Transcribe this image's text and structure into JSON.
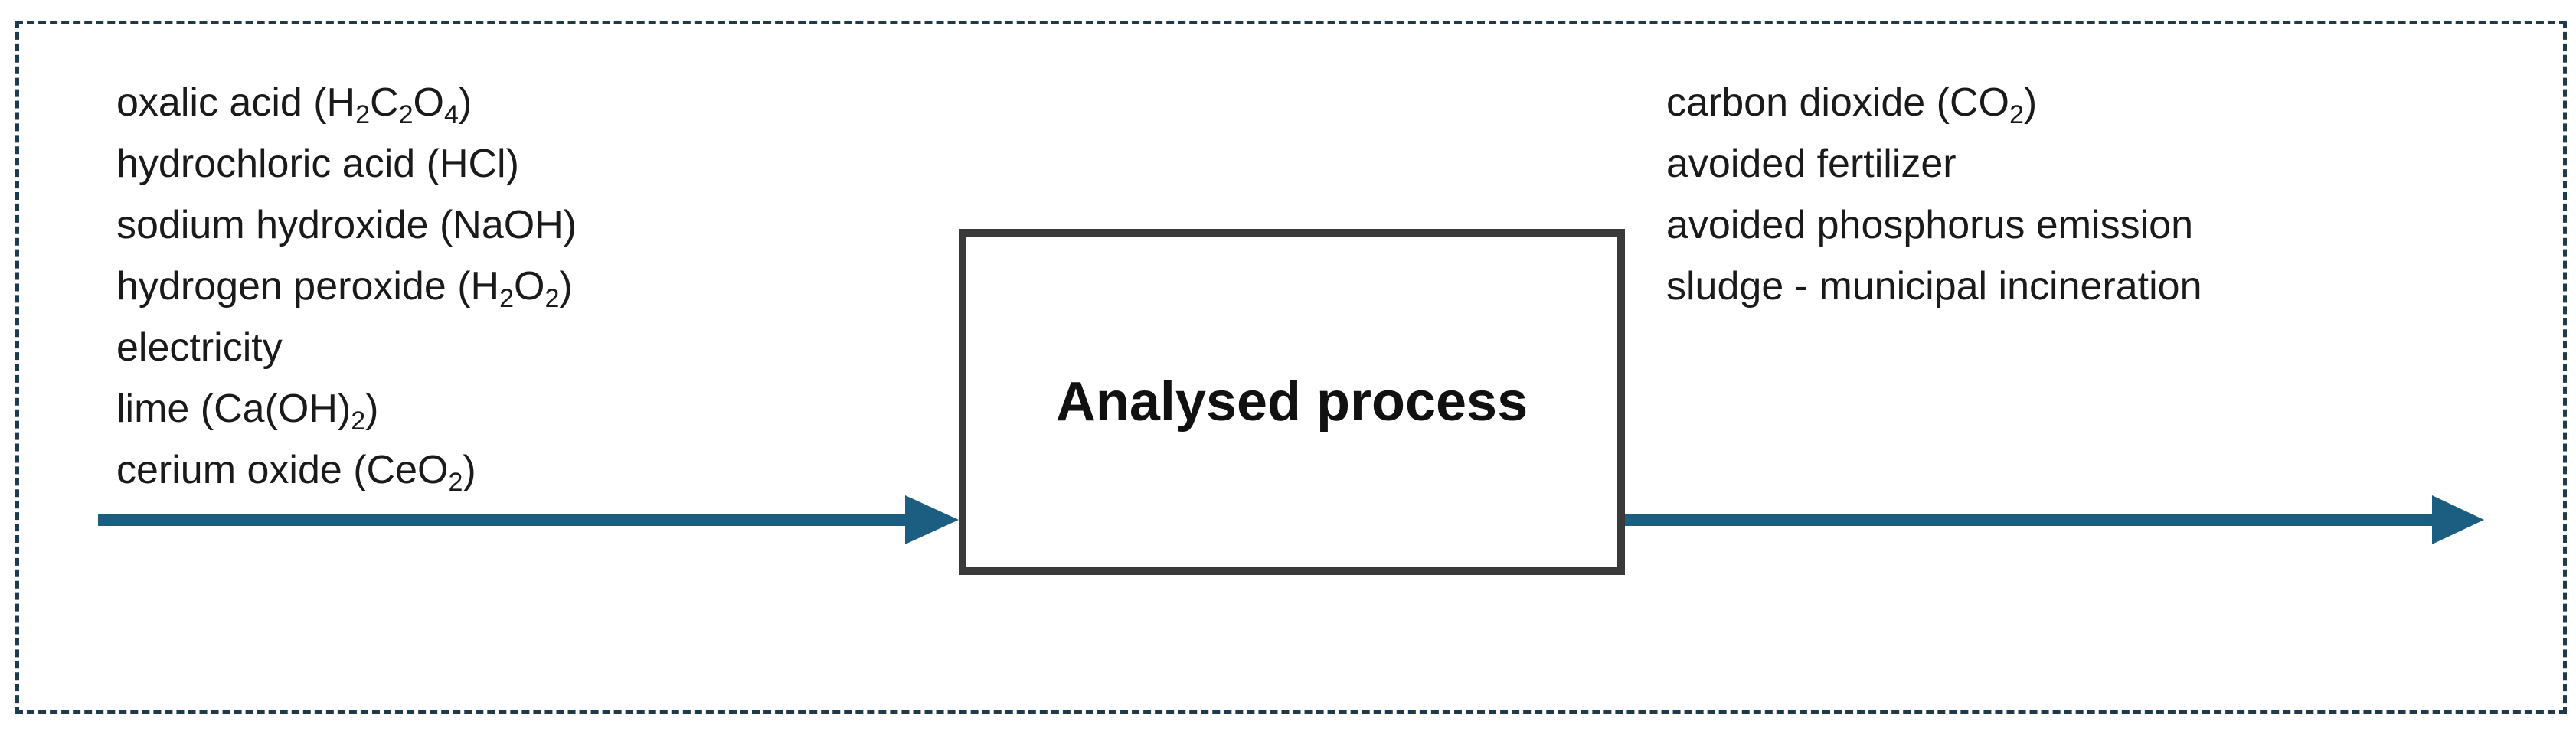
{
  "inputs": [
    [
      {
        "t": "oxalic acid (H"
      },
      {
        "sub": "2"
      },
      {
        "t": "C"
      },
      {
        "sub": "2"
      },
      {
        "t": "O"
      },
      {
        "sub": "4"
      },
      {
        "t": ")"
      }
    ],
    [
      {
        "t": "hydrochloric acid (HCl)"
      }
    ],
    [
      {
        "t": "sodium hydroxide (NaOH)"
      }
    ],
    [
      {
        "t": "hydrogen peroxide (H"
      },
      {
        "sub": "2"
      },
      {
        "t": "O"
      },
      {
        "sub": "2"
      },
      {
        "t": ")"
      }
    ],
    [
      {
        "t": "electricity"
      }
    ],
    [
      {
        "t": "lime (Ca(OH)"
      },
      {
        "sub": "2"
      },
      {
        "t": ")"
      }
    ],
    [
      {
        "t": "cerium oxide (CeO"
      },
      {
        "sub": "2"
      },
      {
        "t": ")"
      }
    ]
  ],
  "outputs": [
    [
      {
        "t": "carbon dioxide (CO"
      },
      {
        "sub": "2"
      },
      {
        "t": ")"
      }
    ],
    [
      {
        "t": "avoided fertilizer"
      }
    ],
    [
      {
        "t": "avoided phosphorus emission"
      }
    ],
    [
      {
        "t": "sludge - municipal incineration"
      }
    ]
  ],
  "process": {
    "label": "Analysed process"
  },
  "colors": {
    "arrow": "#1b5e82",
    "boundary": "#1f3a4d",
    "box_border": "#3a3a3a"
  }
}
